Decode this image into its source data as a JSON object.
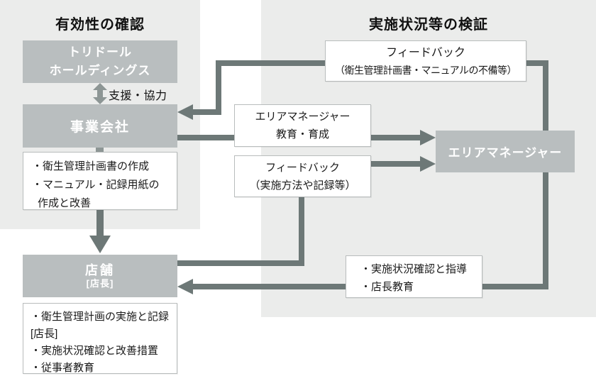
{
  "headings": {
    "effectiveness": "有効性の確認",
    "verification": "実施状況等の検証"
  },
  "nodes": {
    "holdings": {
      "lines": [
        "トリドール",
        "ホールディングス"
      ]
    },
    "operating_company": {
      "label": "事業会社"
    },
    "store": {
      "label": "店舗",
      "sublabel": "[店長]"
    },
    "area_manager": {
      "label": "エリアマネージャー"
    }
  },
  "labels": {
    "support_cooperation": "支援・協力"
  },
  "callouts": {
    "feedback_top": {
      "lines": [
        "フィードバック",
        "（衛生管理計画書・マニュアルの不備等）"
      ]
    },
    "am_training": {
      "lines": [
        "エリアマネージャー",
        "教育・育成"
      ]
    },
    "feedback_mid": {
      "lines": [
        "フィードバック",
        "（実施方法や記録等）"
      ]
    },
    "company_tasks": {
      "lines": [
        "・衛生管理計画書の作成",
        "・マニュアル・記録用紙の",
        "作成と改善"
      ]
    },
    "guidance": {
      "lines": [
        "・実施状況確認と指導",
        "・店長教育"
      ]
    },
    "store_tasks": {
      "lines": [
        "・衛生管理計画の実施と記録",
        "[店長]",
        "・実施状況確認と改善措置",
        "・従事者教育"
      ]
    }
  },
  "colors": {
    "panel_background": "#ebeceb",
    "node_fill": "#b9bebf",
    "arrow": "#6d7877",
    "arrow_light": "#8d9695",
    "callout_border": "#b8bcbc"
  }
}
